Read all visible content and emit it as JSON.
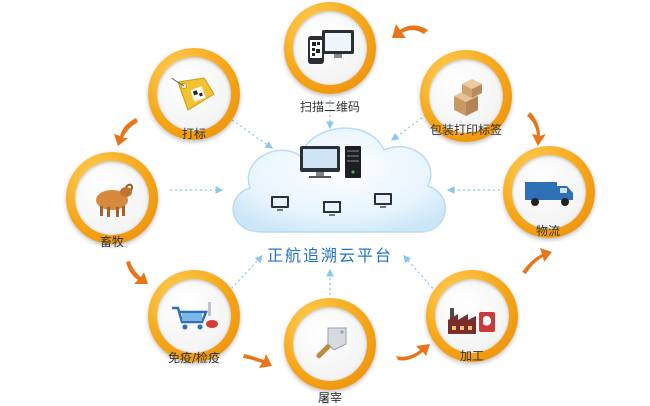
{
  "platform": {
    "title": "正航追溯云平台"
  },
  "nodes": {
    "scan_qr": "扫描二维码",
    "print_label": "包装打印标签",
    "logistics": "物流",
    "processing": "加工",
    "slaughter": "屠宰",
    "quarantine": "免疫/检疫",
    "livestock": "畜牧",
    "tagging": "打标"
  },
  "colors": {
    "ring": "#f6a417",
    "arrow": "#e8741c",
    "dotted_link": "#8ec8e8",
    "cloud": "#d9eefb",
    "title": "#1f73c8"
  }
}
